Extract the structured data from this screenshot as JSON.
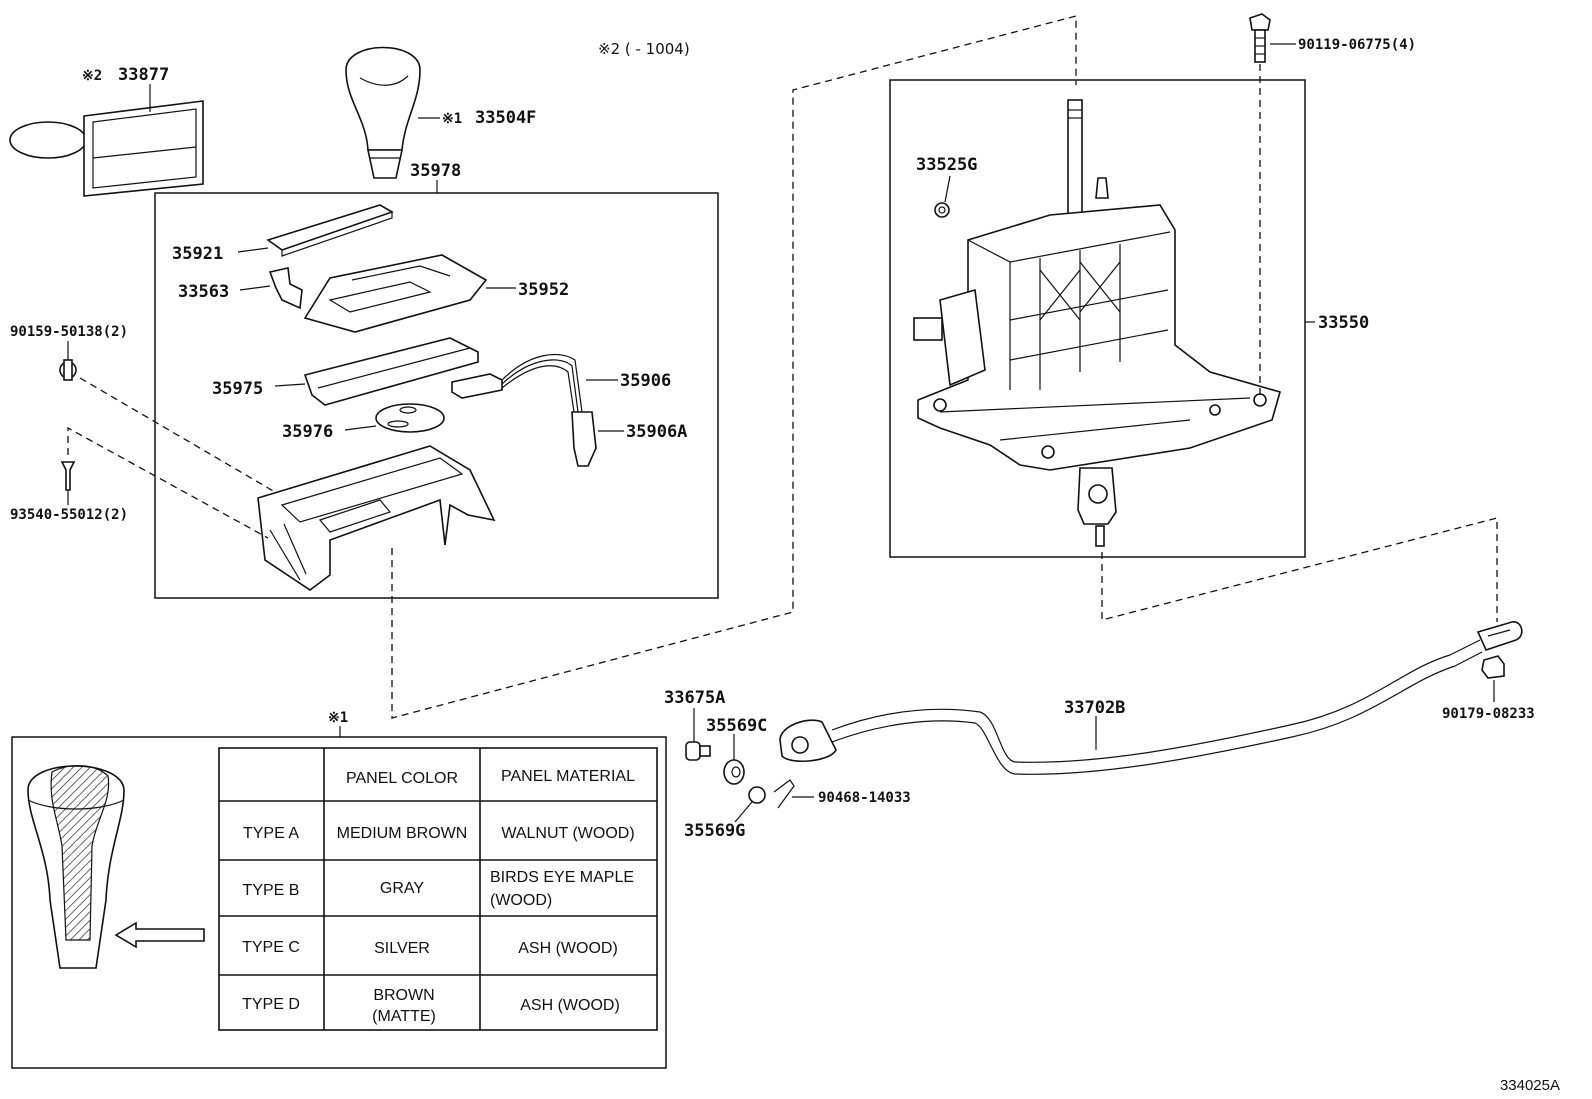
{
  "header_note": "※2 (      - 1004)",
  "diagram_code": "334025A",
  "callouts": {
    "p33877_prefix": "※2",
    "p33877": "33877",
    "p33504F_prefix": "※1",
    "p33504F": "33504F",
    "p35978": "35978",
    "p35921": "35921",
    "p33563": "33563",
    "p35952": "35952",
    "p35975": "35975",
    "p35906": "35906",
    "p35976": "35976",
    "p35906A": "35906A",
    "p90159": "90159-50138(2)",
    "p93540": "93540-55012(2)",
    "p33525G": "33525G",
    "p90119": "90119-06775(4)",
    "p33550": "33550",
    "p33675A": "33675A",
    "p35569C": "35569C",
    "p33702B": "33702B",
    "p90179": "90179-08233",
    "p90468": "90468-14033",
    "p35569G": "35569G"
  },
  "detail": {
    "marker": "※1",
    "table": {
      "headers": [
        "",
        "PANEL COLOR",
        "PANEL MATERIAL"
      ],
      "rows": [
        {
          "type": "TYPE A",
          "color": "MEDIUM BROWN",
          "material_1": "WALNUT (WOOD)",
          "material_2": ""
        },
        {
          "type": "TYPE B",
          "color": "GRAY",
          "material_1": "BIRDS EYE MAPLE",
          "material_2": "(WOOD)"
        },
        {
          "type": "TYPE C",
          "color": "SILVER",
          "material_1": "ASH (WOOD)",
          "material_2": ""
        },
        {
          "type": "TYPE D",
          "color_1": "BROWN",
          "color_2": "(MATTE)",
          "material_1": "ASH (WOOD)",
          "material_2": ""
        }
      ]
    }
  }
}
